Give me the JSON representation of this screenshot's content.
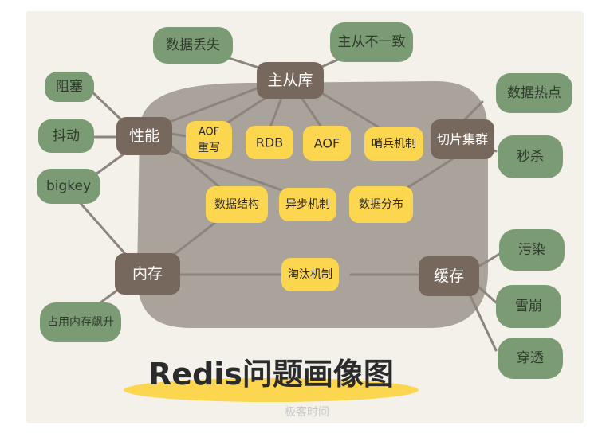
{
  "title": "Redis问题画像图",
  "watermark": "极客时间",
  "colors": {
    "brown": "#77685e",
    "yellow": "#fcd64f",
    "green": "#7a9b74",
    "region": "#a9a39b",
    "bg": "#f3f1ea"
  },
  "brown_nodes": {
    "master_slave": "主从库",
    "performance": "性能",
    "sharding": "切片集群",
    "memory": "内存",
    "cache": "缓存"
  },
  "yellow_nodes": {
    "aof_rewrite_line1": "AOF",
    "aof_rewrite_line2": "重写",
    "rdb": "RDB",
    "aof": "AOF",
    "sentinel": "哨兵机制",
    "data_structure": "数据结构",
    "async": "异步机制",
    "data_distribution": "数据分布",
    "eviction": "淘汰机制"
  },
  "green_nodes": {
    "data_loss": "数据丢失",
    "inconsistency": "主从不一致",
    "blocking": "阻塞",
    "jitter": "抖动",
    "bigkey": "bigkey",
    "hotspot": "数据热点",
    "flash_sale": "秒杀",
    "pollution": "污染",
    "avalanche": "雪崩",
    "penetration": "穿透",
    "memory_spike": "占用内存飙升"
  }
}
